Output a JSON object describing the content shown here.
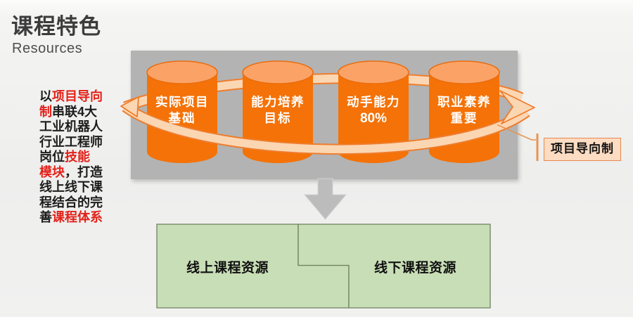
{
  "header": {
    "title": "课程特色",
    "subtitle": "Resources"
  },
  "intro": {
    "lines": [
      {
        "pre": "以",
        "red": "项目导向",
        "post": ""
      },
      {
        "pre": "",
        "red": "制",
        "post": "串联4大"
      },
      {
        "pre": "工业机器人",
        "red": "",
        "post": ""
      },
      {
        "pre": "行业工程师",
        "red": "",
        "post": ""
      },
      {
        "pre": "岗位",
        "red": "技能",
        "post": ""
      },
      {
        "pre": "",
        "red": "模块",
        "post": "，打造"
      },
      {
        "pre": "线上线下课",
        "red": "",
        "post": ""
      },
      {
        "pre": "程结合的完",
        "red": "",
        "post": ""
      },
      {
        "pre": "善",
        "red": "课程体系",
        "post": ""
      }
    ]
  },
  "cylinders": [
    {
      "line1": "实际项目",
      "line2": "基础"
    },
    {
      "line1": "能力培养",
      "line2": "目标"
    },
    {
      "line1": "动手能力",
      "line2": "80%"
    },
    {
      "line1": "职业素养",
      "line2": "重要"
    }
  ],
  "callout": {
    "label": "项目导向制"
  },
  "resources": {
    "online": "线上课程资源",
    "offline": "线下课程资源"
  },
  "colors": {
    "accent_red": "#e32119",
    "cylinder_orange": "#f47207",
    "cylinder_top_orange": "#fba367",
    "ring_fill": "#fbd6b3",
    "ring_outline": "#ee7d2d",
    "panel_gray": "#b3b3b3",
    "arrow_gray": "#bcbcbc",
    "green_fill": "#c8deb6",
    "green_border": "#6e8260",
    "label_bg": "#fcdcc2",
    "label_border": "#e8884e"
  }
}
